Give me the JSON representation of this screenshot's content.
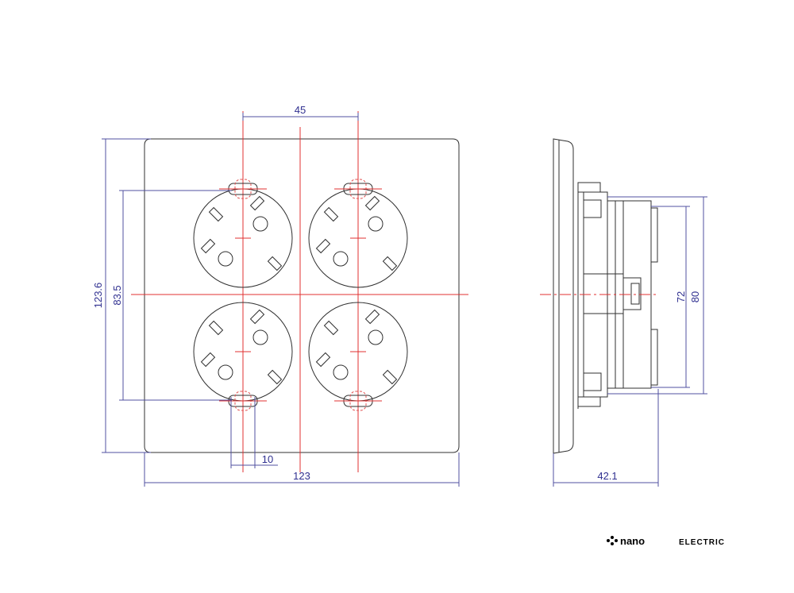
{
  "dimensions": {
    "socket_spacing": "45",
    "plate_height": "123.6",
    "socket_block_height": "83.5",
    "screw_slot_width": "10",
    "plate_width": "123",
    "depth": "42.1",
    "inner_height": "72",
    "body_height": "80"
  },
  "logo": {
    "brand": "nano",
    "suffix": "ELECTRIC"
  }
}
